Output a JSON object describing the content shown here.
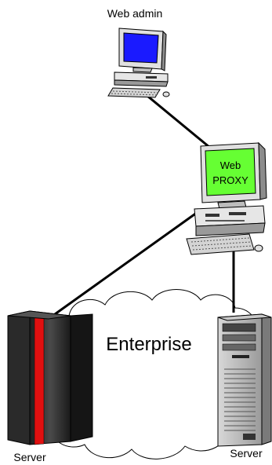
{
  "nodes": {
    "web_admin": {
      "label": "Web admin",
      "screen_color": "#1a1aff"
    },
    "web_proxy": {
      "screen_line1": "Web",
      "screen_line2": "PROXY",
      "screen_color": "#66ff33"
    },
    "server_left": {
      "label": "Server",
      "accent_color": "#e01010"
    },
    "server_right": {
      "label": "Server"
    }
  },
  "network": {
    "label": "Enterprise"
  }
}
